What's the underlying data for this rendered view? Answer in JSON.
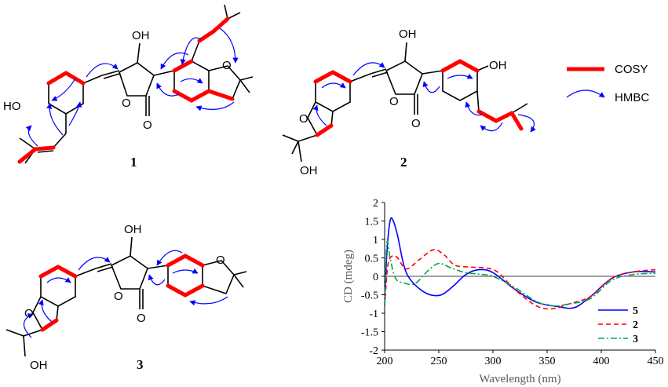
{
  "legend": {
    "cosy": "COSY",
    "hmbc": "HMBC"
  },
  "compounds": [
    {
      "label": "1",
      "atoms": [
        "HO",
        "OH",
        "O",
        "O",
        "O"
      ]
    },
    {
      "label": "2",
      "atoms": [
        "OH",
        "OH",
        "O",
        "O",
        "O",
        "OH"
      ]
    },
    {
      "label": "3",
      "atoms": [
        "OH",
        "O",
        "O",
        "O",
        "O",
        "OH"
      ]
    }
  ],
  "colors": {
    "cosy": "#ff0000",
    "hmbc": "#0000ff"
  },
  "chart_data": {
    "type": "line",
    "xlabel": "Wavelength  (nm)",
    "ylabel": "CD  (mdeg)",
    "xlim": [
      200,
      450
    ],
    "ylim": [
      -2,
      2
    ],
    "xticks": [
      200,
      250,
      300,
      350,
      400,
      450
    ],
    "yticks": [
      2,
      1.5,
      1,
      0.5,
      0,
      -0.5,
      -1,
      -1.5,
      -2
    ],
    "ytick_labels": [
      "2",
      "1.5",
      "1",
      "0.5",
      "0",
      "-0.5",
      "-1",
      "-1.5",
      "-2"
    ],
    "legend_position": "bottom-right",
    "series": [
      {
        "name": "5",
        "color": "#0000ff",
        "style": "solid",
        "x": [
          200,
          202,
          205,
          208,
          212,
          220,
          235,
          250,
          262,
          275,
          287,
          300,
          320,
          340,
          360,
          375,
          390,
          410,
          430,
          450
        ],
        "y": [
          -0.8,
          0.6,
          1.5,
          1.5,
          1.1,
          0.1,
          -0.4,
          -0.52,
          -0.3,
          0.05,
          0.18,
          0.1,
          -0.35,
          -0.7,
          -0.82,
          -0.85,
          -0.55,
          -0.05,
          0.12,
          0.12
        ]
      },
      {
        "name": "2",
        "color": "#ff0000",
        "style": "dashed",
        "x": [
          200,
          203,
          207,
          212,
          220,
          232,
          245,
          255,
          265,
          280,
          295,
          305,
          320,
          340,
          355,
          370,
          390,
          410,
          430,
          450
        ],
        "y": [
          -0.8,
          0.3,
          0.55,
          0.5,
          0.2,
          0.45,
          0.72,
          0.58,
          0.3,
          0.25,
          0.22,
          0.1,
          -0.35,
          -0.8,
          -0.88,
          -0.75,
          -0.55,
          -0.05,
          0.12,
          0.18
        ]
      },
      {
        "name": "3",
        "color": "#00a550",
        "style": "dashdot",
        "x": [
          200,
          202,
          205,
          210,
          218,
          228,
          240,
          250,
          262,
          275,
          290,
          300,
          320,
          340,
          355,
          370,
          390,
          410,
          430,
          450
        ],
        "y": [
          -0.8,
          0.9,
          0.5,
          -0.05,
          -0.18,
          -0.2,
          0.15,
          0.35,
          0.22,
          0.1,
          0.05,
          0.0,
          -0.3,
          -0.68,
          -0.8,
          -0.75,
          -0.6,
          -0.1,
          0.05,
          0.08
        ]
      }
    ]
  }
}
